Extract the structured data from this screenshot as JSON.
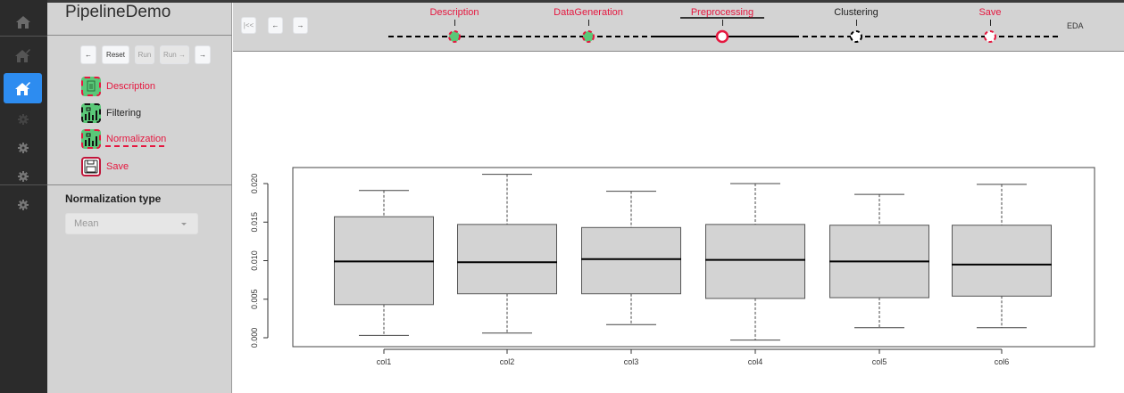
{
  "app": {
    "title": "PipelineDemo"
  },
  "rail": {
    "items": [
      {
        "icon": "home-icon",
        "state": "normal"
      },
      {
        "icon": "home-edit-icon",
        "state": "dim"
      },
      {
        "icon": "home-edit-icon",
        "state": "active"
      },
      {
        "icon": "gear-icon",
        "state": "dim"
      },
      {
        "icon": "gear-icon",
        "state": "normal"
      },
      {
        "icon": "gear-icon",
        "state": "normal"
      },
      {
        "icon": "gear-icon",
        "state": "normal"
      }
    ],
    "accent": "#2d8cf0"
  },
  "controls": {
    "back_label": "←",
    "reset_label": "Reset",
    "run_label": "Run",
    "run_next_label": "Run →",
    "forward_label": "→"
  },
  "steps": [
    {
      "label": "Description",
      "icon": "document-icon",
      "status": "done",
      "color": "#e5173f"
    },
    {
      "label": "Filtering",
      "icon": "chart-icon",
      "status": "pending",
      "color": "#222222"
    },
    {
      "label": "Normalization",
      "icon": "chart-icon",
      "status": "current",
      "color": "#e5173f"
    },
    {
      "label": "Save",
      "icon": "floppy-disk-icon",
      "status": "todo",
      "color": "#e5173f"
    }
  ],
  "form": {
    "label": "Normalization type",
    "select_value": "Mean"
  },
  "pipeline": {
    "nav": {
      "first_label": "|<<",
      "prev_label": "←",
      "next_label": "→"
    },
    "stages": [
      {
        "label": "Description",
        "x": 248,
        "color": "#e5173f",
        "node": "done"
      },
      {
        "label": "DataGeneration",
        "x": 398,
        "color": "#e5173f",
        "node": "done"
      },
      {
        "label": "Preprocessing",
        "x": 548,
        "color": "#e5173f",
        "node": "current"
      },
      {
        "label": "Clustering",
        "x": 698,
        "color": "#222222",
        "node": "todo-dark"
      },
      {
        "label": "Save",
        "x": 848,
        "color": "#e5173f",
        "node": "todo-red"
      }
    ],
    "end_label": "EDA"
  },
  "chart_data": {
    "type": "boxplot",
    "title": "",
    "xlabel": "",
    "ylabel": "",
    "categories": [
      "col1",
      "col2",
      "col3",
      "col4",
      "col5",
      "col6"
    ],
    "series": [
      {
        "name": "col1",
        "whisker_low": 0.0003,
        "q1": 0.0043,
        "median": 0.0099,
        "q3": 0.0157,
        "whisker_high": 0.0191
      },
      {
        "name": "col2",
        "whisker_low": 0.0006,
        "q1": 0.0057,
        "median": 0.0098,
        "q3": 0.0147,
        "whisker_high": 0.0212
      },
      {
        "name": "col3",
        "whisker_low": 0.0017,
        "q1": 0.0057,
        "median": 0.0102,
        "q3": 0.0143,
        "whisker_high": 0.019
      },
      {
        "name": "col4",
        "whisker_low": -0.0003,
        "q1": 0.0051,
        "median": 0.0101,
        "q3": 0.0147,
        "whisker_high": 0.02
      },
      {
        "name": "col5",
        "whisker_low": 0.0013,
        "q1": 0.0052,
        "median": 0.0099,
        "q3": 0.0146,
        "whisker_high": 0.0186
      },
      {
        "name": "col6",
        "whisker_low": 0.0013,
        "q1": 0.0054,
        "median": 0.0095,
        "q3": 0.0146,
        "whisker_high": 0.0199
      }
    ],
    "yticks": [
      "0.000",
      "0.005",
      "0.010",
      "0.015",
      "0.020"
    ],
    "ylim": [
      -0.0012,
      0.0232
    ],
    "grid": false,
    "box_fill": "#d3d3d3"
  }
}
